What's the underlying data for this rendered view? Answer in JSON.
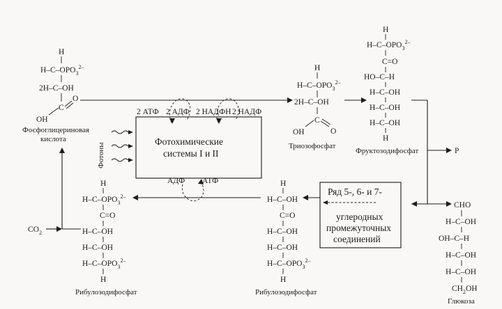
{
  "pga": {
    "r1": "H",
    "r2": "H–C–OPO",
    "r2sub": "3",
    "r2sup": "2–",
    "r3": "2H–C–OH",
    "r4": "C",
    "r4b": "O",
    "r5": "OH",
    "name1": "Фосфоглицериновая",
    "name2": "кислота"
  },
  "photosystems": {
    "top_labels": [
      "2 АТФ",
      "2 АДФ",
      "2 НАДФН",
      "2 НАДФ"
    ],
    "title1": "Фотохимические",
    "title2": "системы I и II",
    "photons": "Фотоны",
    "bottom_labels": [
      "АДФ",
      "АТФ"
    ]
  },
  "triose": {
    "r1": "H",
    "r2": "H–C–OPO",
    "r2sub": "3",
    "r2sup": "2–",
    "r3": "2H–C–OH",
    "r4": "C",
    "r4b": "O",
    "r5": "OH",
    "name": "Триозофосфат"
  },
  "fructose": {
    "r1": "H",
    "r2": "H–C–OPO",
    "r2sub": "3",
    "r2sup": "2–",
    "r3": "C=O",
    "r4": "HO–C–H",
    "r5": "H–C–OH",
    "r6": "H–C–OH",
    "r7": "H–C–OH",
    "r8": "H",
    "name": "Фруктозодифосфат",
    "p_label": "P"
  },
  "glucose": {
    "r1": "CHO",
    "r2": "H–C–OH",
    "r3": "OH–C–H",
    "r4": "H–C–OH",
    "r5": "H–C–OH",
    "r6": "CH",
    "r6sub": "2",
    "r6b": "OH",
    "name": "Глюкоза"
  },
  "series_box": {
    "line1": "Ряд 5-, 6- и 7-",
    "line2": "углеродных",
    "line3": "промежуточных",
    "line4": "соединений"
  },
  "ribulose_right": {
    "r1": "H",
    "r2": "H–C–OH",
    "r3": "C=O",
    "r4": "H–C–OH",
    "r5": "H–C–OH",
    "r6": "H–C–OPO",
    "r6sub": "3",
    "r6sup": "2–",
    "r7": "H",
    "name": "Рибулозодифосфат"
  },
  "ribulose_left": {
    "r1": "H",
    "r2": "H–C–OPO",
    "r2sub": "3",
    "r2sup": "2–",
    "r3": "C=O",
    "r4": "H–C–OH",
    "r5": "H–C–OH",
    "r6": "H–C–OPO",
    "r6sub": "3",
    "r6sup": "2–",
    "r7": "H",
    "name": "Рибулозодифосфат"
  },
  "co2": {
    "main": "CO",
    "sub": "2"
  }
}
